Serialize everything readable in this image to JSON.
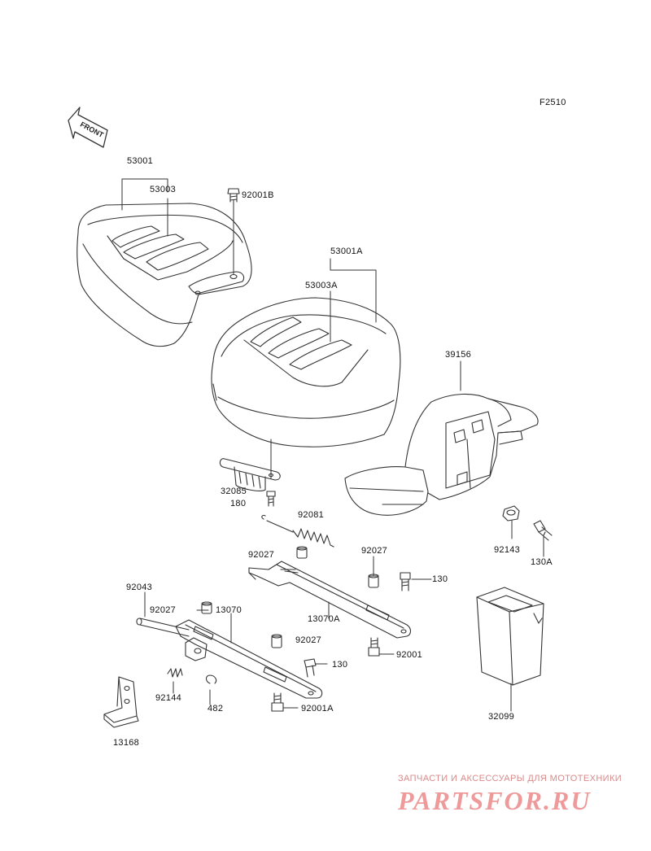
{
  "figure_code": "F2510",
  "front_arrow_text": "FRONT",
  "watermark": {
    "caption": "ЗАПЧАСТИ И АКСЕССУАРЫ ДЛЯ МОТОТЕХНИКИ",
    "brand": "PARTSFOR.RU"
  },
  "colors": {
    "line": "#333333",
    "watermark": "#ee9a9a"
  },
  "labels": {
    "p53001": "53001",
    "p53003": "53003",
    "p92001B": "92001B",
    "p53001A": "53001A",
    "p53003A": "53003A",
    "p39156": "39156",
    "p32085": "32085",
    "p180": "180",
    "p92081": "92081",
    "p92027a": "92027",
    "p92027b": "92027",
    "p130a": "130",
    "p92143": "92143",
    "p130A": "130A",
    "p92043": "92043",
    "p92027c": "92027",
    "p13070": "13070",
    "p13070A": "13070A",
    "p92027d": "92027",
    "p130b": "130",
    "p92001": "92001",
    "p92144": "92144",
    "p482": "482",
    "p92001A": "92001A",
    "p32099": "32099",
    "p13168": "13168"
  }
}
